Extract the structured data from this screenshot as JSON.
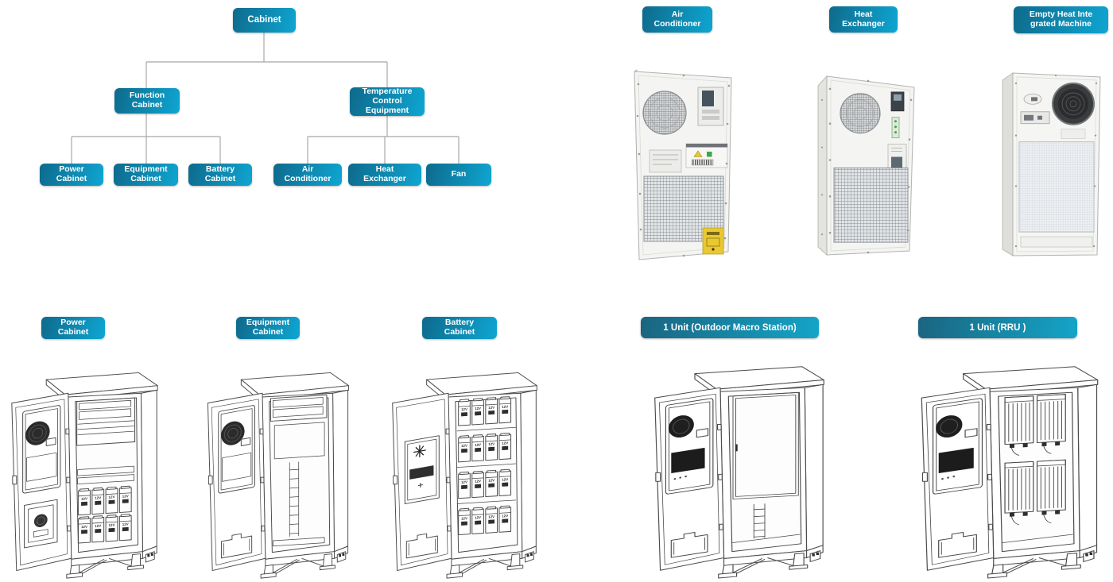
{
  "colors": {
    "teal_dark": "#0e6a8c",
    "teal_light": "#0ea6d2",
    "pill_dark": "#1a657f",
    "pill_light": "#14a5c9",
    "connector_gray": "#a8a8a8",
    "line_art": "#4a4a4a",
    "warning_yellow": "#e9c832",
    "status_green": "#3fa64a"
  },
  "tree": {
    "root": "Cabinet",
    "function_cabinet": "Function\nCabinet",
    "temperature_control": "Temperature\nControl\nEquipment",
    "power_cabinet": "Power\nCabinet",
    "equipment_cabinet": "Equipment\nCabinet",
    "battery_cabinet": "Battery\nCabinet",
    "air_conditioner": "Air\nConditioner",
    "heat_exchanger": "Heat\nExchanger",
    "fan": "Fan"
  },
  "products": {
    "air_conditioner": "Air\nConditioner",
    "heat_exchanger": "Heat\nExchanger",
    "empty_heat_integrated_machine": "Empty Heat Inte\ngrated Machine"
  },
  "cabinet_row": {
    "power": "Power\nCabinet",
    "equipment": "Equipment\nCabinet",
    "battery": "Battery\nCabinet",
    "macro_unit": "1 Unit (Outdoor Macro Station)",
    "rru_unit": "1 Unit (RRU )",
    "battery_cell": "12V"
  }
}
